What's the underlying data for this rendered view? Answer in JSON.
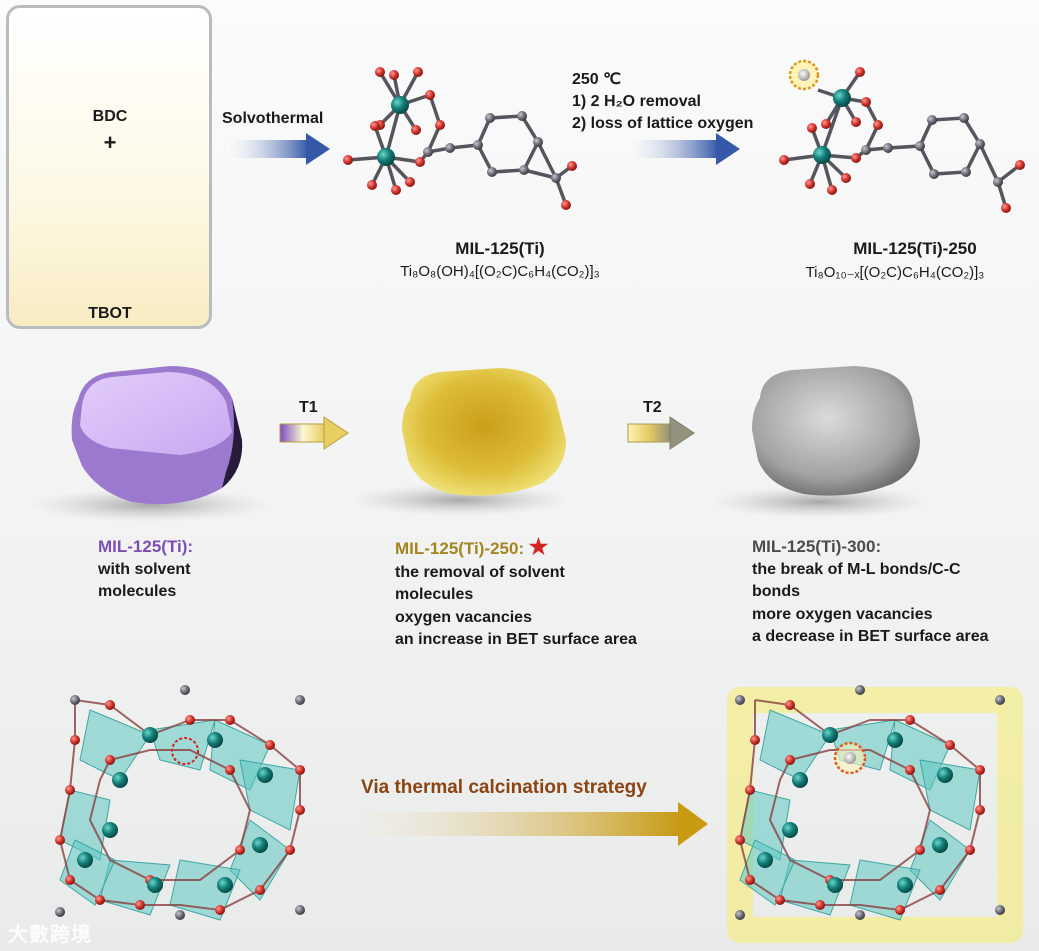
{
  "reagents": {
    "bdc_label": "BDC",
    "plus": "+",
    "tbot_label": "TBOT"
  },
  "steps": {
    "solvothermal": "Solvothermal",
    "temperature": "250 ℃",
    "step1": "1) 2 H₂O removal",
    "step2": "2) loss of lattice oxygen"
  },
  "products": {
    "mil125_name": "MIL-125(Ti)",
    "mil125_formula": "Ti₈O₈(OH)₄[(O₂C)C₆H₄(CO₂)]₃",
    "mil125_250_name": "MIL-125(Ti)-250",
    "mil125_250_formula": "Ti₈O₁₀₋ₓ[(O₂C)C₆H₄(CO₂)]₃"
  },
  "arrows": {
    "t1": "T1",
    "t2": "T2"
  },
  "descriptions": {
    "mil125": {
      "title": "MIL-125(Ti):",
      "lines": [
        "with solvent",
        "molecules"
      ]
    },
    "mil125_250": {
      "title": "MIL-125(Ti)-250:",
      "star": "★",
      "lines": [
        "the removal of solvent",
        "molecules",
        "oxygen vacancies",
        "an increase in BET surface area"
      ]
    },
    "mil125_300": {
      "title": "MIL-125(Ti)-300:",
      "lines": [
        "the break of M-L bonds/C-C",
        "bonds",
        "more oxygen vacancies",
        "a decrease in BET surface area"
      ]
    }
  },
  "strategy": "Via thermal calcination strategy",
  "watermark": "大數跨境",
  "colors": {
    "titanium": "#137f78",
    "oxygen": "#d0342c",
    "carbon": "#6e6e78",
    "purple": "#7d4fb5",
    "gold": "#a38522",
    "brown": "#8b4513"
  }
}
